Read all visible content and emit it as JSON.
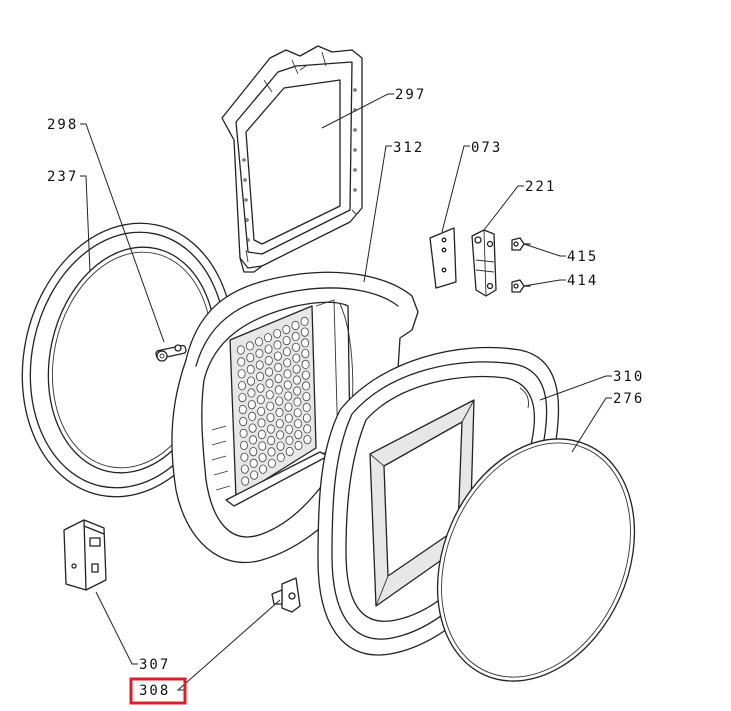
{
  "diagram": {
    "labels": {
      "p297": "297",
      "p298": "298",
      "p237": "237",
      "p312": "312",
      "p073": "073",
      "p221": "221",
      "p415": "415",
      "p414": "414",
      "p310": "310",
      "p276": "276",
      "p307": "307",
      "p308": "308"
    },
    "highlighted_part": "308",
    "highlight_color": "#d9202a"
  }
}
